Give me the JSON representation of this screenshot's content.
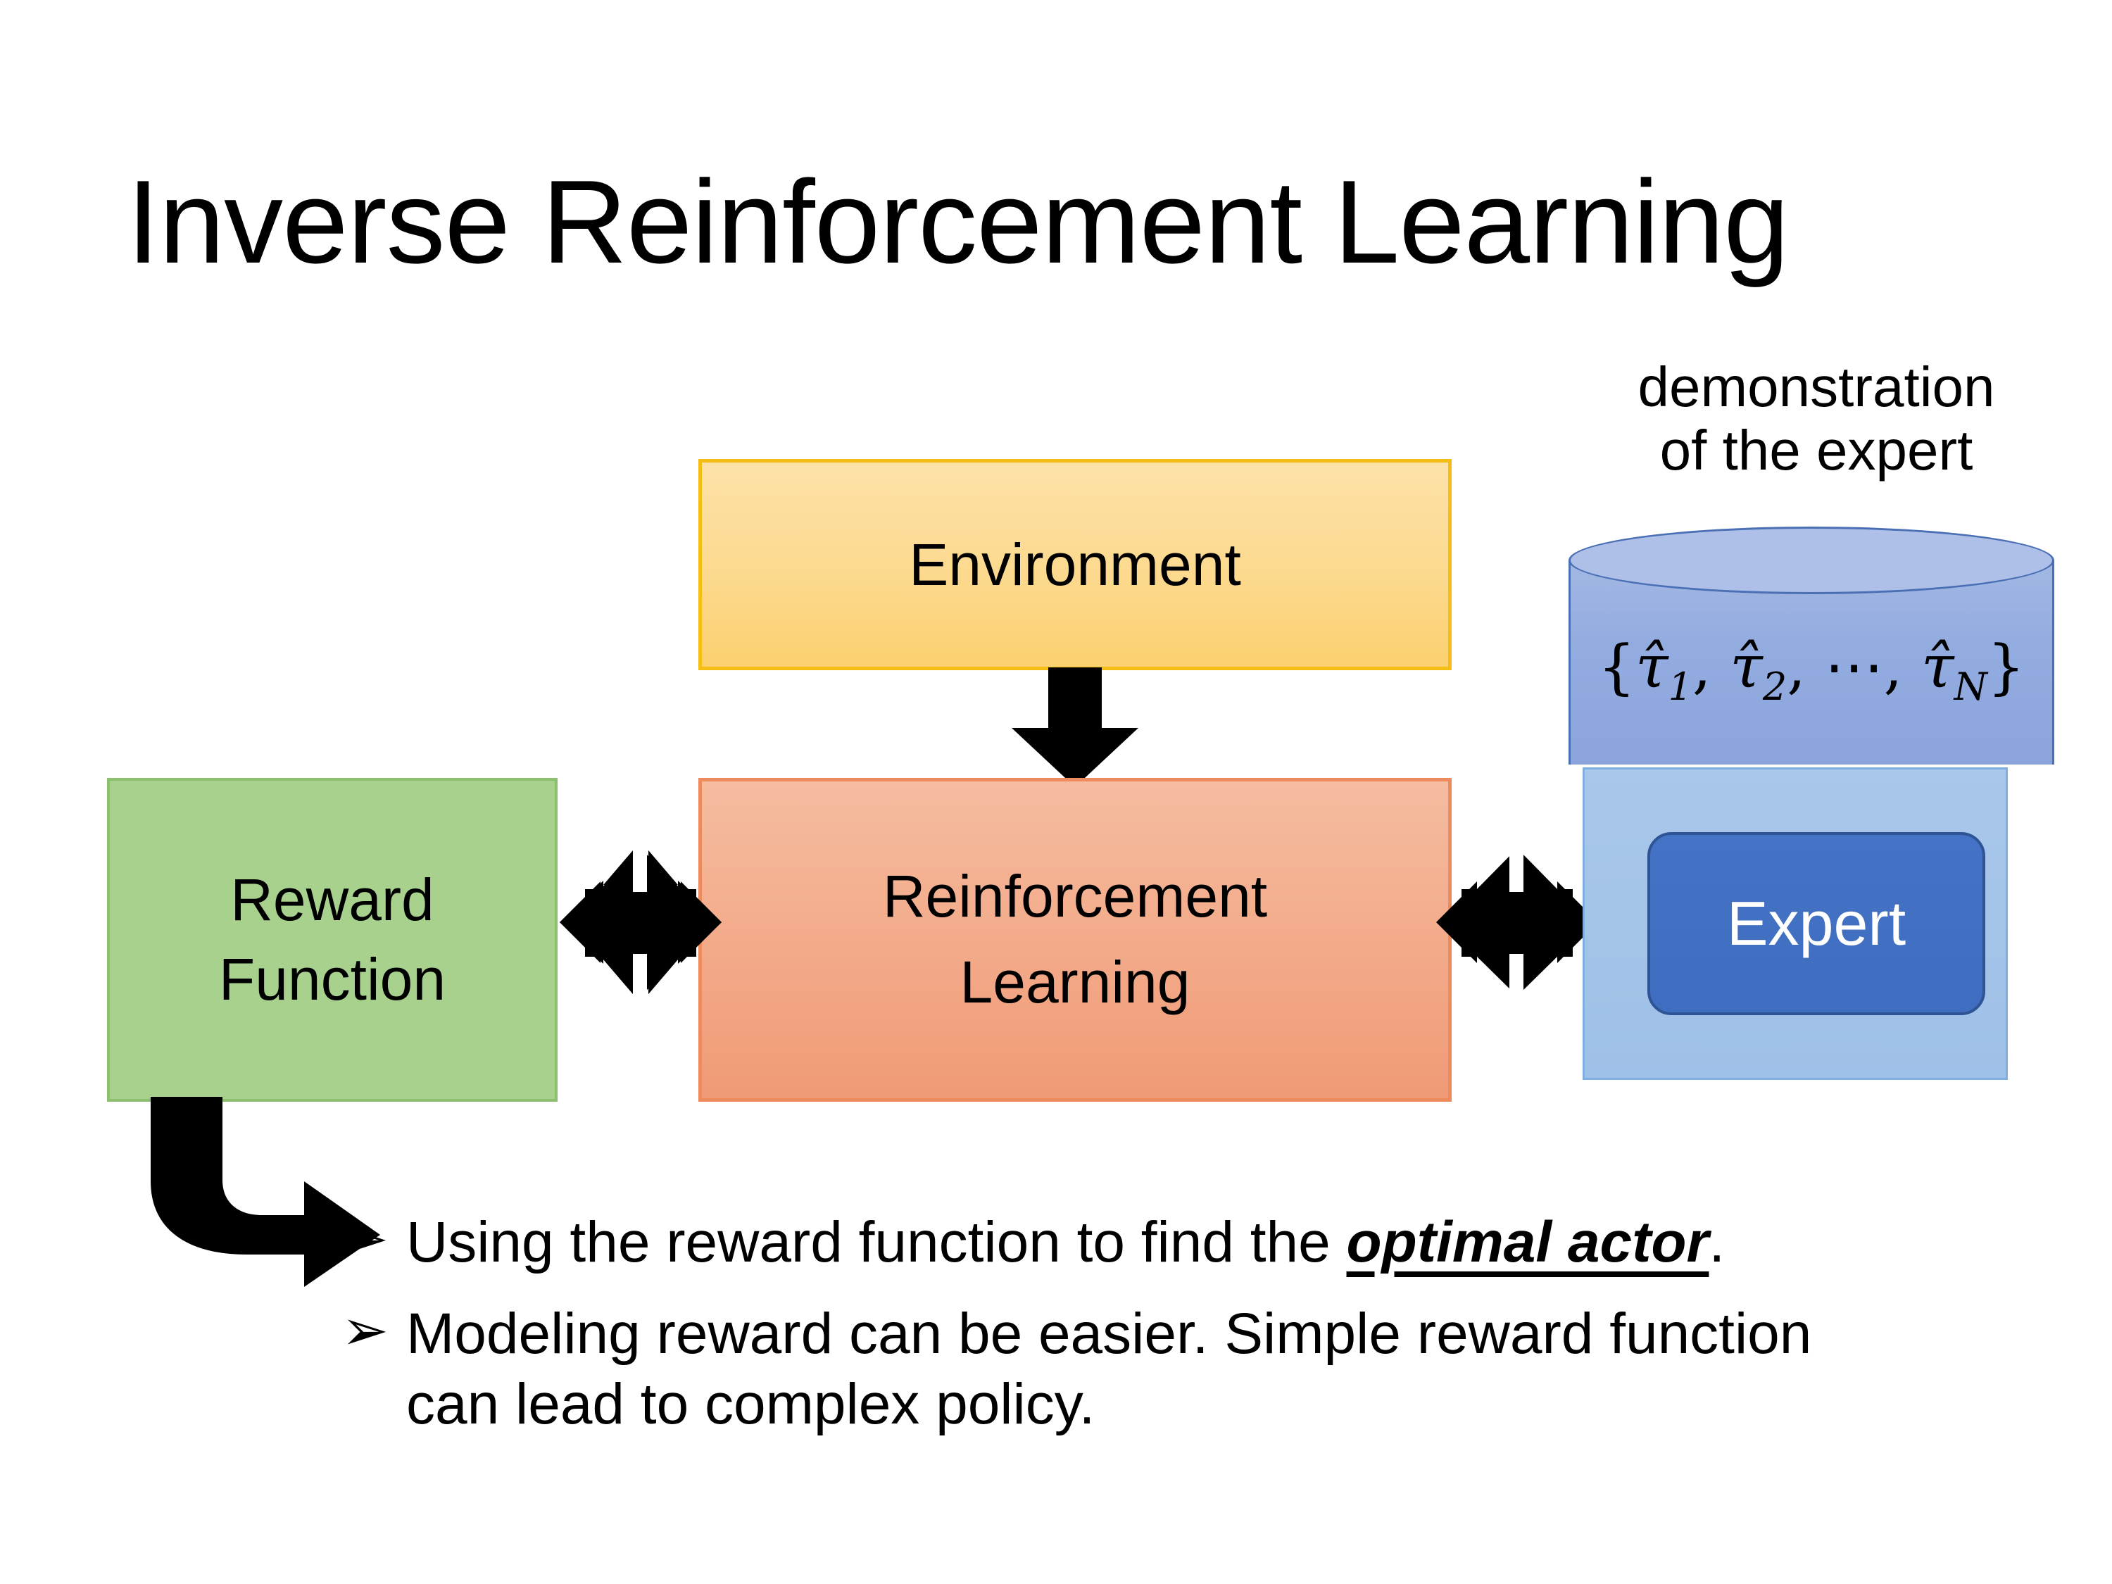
{
  "slide": {
    "title": "Inverse Reinforcement Learning",
    "background_color": "#FFFFFF"
  },
  "diagram": {
    "environment": {
      "label": "Environment",
      "fill_top": "#FDE2A8",
      "fill_bottom": "#FBD06F",
      "border_color": "#F5BE14"
    },
    "reinforcement_learning": {
      "label_line1": "Reinforcement",
      "label_line2": "Learning",
      "fill_top": "#F5BCA0",
      "fill_bottom": "#F09A77",
      "border_color": "#ED8B5E"
    },
    "reward_function": {
      "label_line1": "Reward",
      "label_line2": "Function",
      "fill": "#A9D18E",
      "border_color": "#8DC06E"
    },
    "expert_cluster": {
      "caption_line1": "demonstration",
      "caption_line2": "of the expert",
      "panel_fill": "#A9C7EA",
      "panel_border": "#7FAEE0",
      "expert_label": "Expert",
      "expert_fill": "#4472C4",
      "expert_border": "#2E5496",
      "expert_text_color": "#FFFFFF",
      "cylinder": {
        "fill": "#93ACE0",
        "top_fill": "#AEC0E8",
        "border_color": "#4A6FB5",
        "set_open": "{",
        "tau1": "τ̂1",
        "tau2": "τ̂2",
        "ellipsis": "⋯",
        "tauN": "τ̂N",
        "set_close": "}",
        "formula_plain": "{τ̂1, τ̂2, ⋯, τ̂N}"
      }
    },
    "connectors": {
      "env_to_rl": "down-arrow",
      "reward_to_rl": "double-headed-quad-arrow",
      "rl_to_expert": "double-headed-quad-arrow",
      "reward_to_bullets": "bent-arrow",
      "arrow_color": "#000000"
    }
  },
  "bullets": {
    "glyph": "➢",
    "items": [
      {
        "prefix": "Using the reward function to find the ",
        "emphasis": "optimal actor",
        "suffix": "."
      },
      {
        "prefix": "Modeling reward can be easier. Simple reward function can lead to complex policy.",
        "emphasis": "",
        "suffix": ""
      }
    ]
  }
}
